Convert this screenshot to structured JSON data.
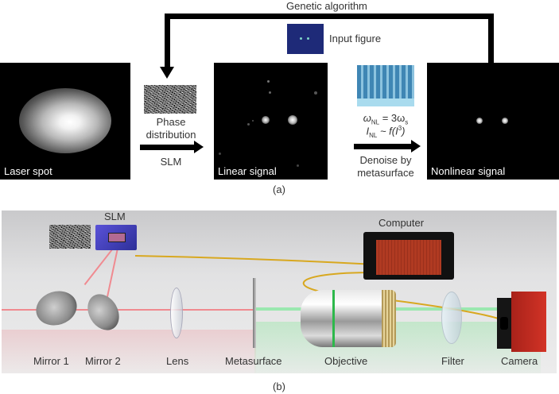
{
  "panel_a": {
    "caption": "(a)",
    "feedback_label": "Genetic algorithm",
    "input_figure_label": "Input figure",
    "images": [
      {
        "label": "Laser spot"
      },
      {
        "label": "Linear signal"
      },
      {
        "label": "Nonlinear signal"
      }
    ],
    "step1": {
      "top_label_line1": "Phase",
      "top_label_line2": "distribution",
      "bottom_label": "SLM"
    },
    "step2": {
      "eq1": "ωNL = 3ωs",
      "eq1_main": "ω",
      "eq1_sub": "NL",
      "eq1_rest": " = 3ω",
      "eq1_sub2": "s",
      "eq2_main": "I",
      "eq2_sub": "NL",
      "eq2_rest": " ~ f(I",
      "eq2_sup": "3",
      "eq2_end": ")",
      "bottom_line1": "Denoise by",
      "bottom_line2": "metasurface"
    },
    "colors": {
      "input_figure_bg": "#1e2a78",
      "input_dots": "#7fd6c8",
      "metasurface": "#3f86b4"
    }
  },
  "panel_b": {
    "caption": "(b)",
    "components": {
      "slm": "SLM",
      "computer": "Computer",
      "mirror1": "Mirror 1",
      "mirror2": "Mirror 2",
      "lens": "Lens",
      "metasurface": "Metasurface",
      "objective": "Objective",
      "filter": "Filter",
      "camera": "Camera"
    },
    "colors": {
      "laser_red": "#f08a90",
      "laser_green": "#9be8b0",
      "slm_body": "#3b3fb4",
      "computer_red": "#b03a22",
      "camera_red": "#c0281e",
      "cable": "#d8a820"
    }
  }
}
